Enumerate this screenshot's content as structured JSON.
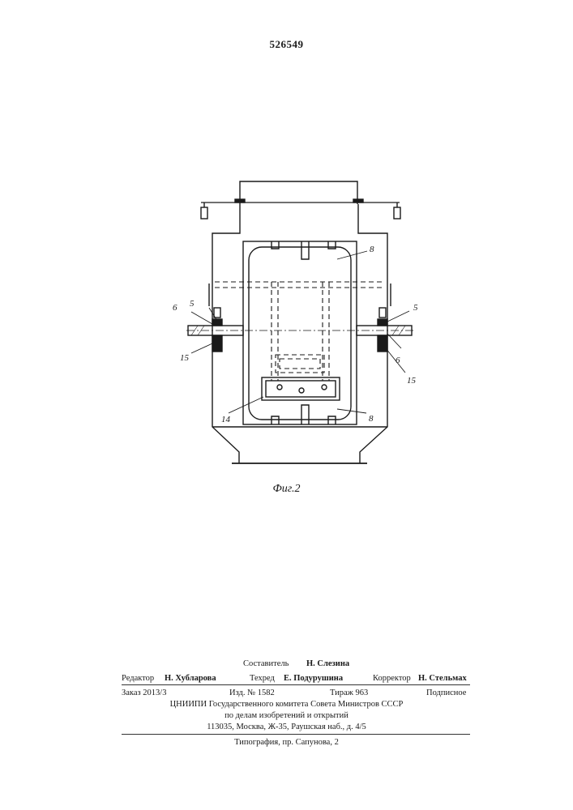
{
  "patent_number": "526549",
  "figure_caption": "Фиг.2",
  "labels": {
    "l5a": "5",
    "l5b": "5",
    "l6a": "6",
    "l6b": "6",
    "l8a": "8",
    "l8b": "8",
    "l14": "14",
    "l15a": "15",
    "l15b": "15"
  },
  "colophon": {
    "compiler_label": "Составитель",
    "compiler_name": "Н. Слезина",
    "editor_label": "Редактор",
    "editor_name": "Н. Хубларова",
    "techred_label": "Техред",
    "techred_name": "Е. Подурушина",
    "corrector_label": "Корректор",
    "corrector_name": "Н. Стельмах",
    "order": "Заказ 2013/3",
    "edition": "Изд. № 1582",
    "print_run": "Тираж 963",
    "subscription": "Подписное",
    "org_line1": "ЦНИИПИ Государственного комитета Совета Министров СССР",
    "org_line2": "по делам изобретений и открытий",
    "address": "113035, Москва, Ж-35, Раушская наб., д. 4/5",
    "printer": "Типография, пр. Сапунова, 2"
  }
}
